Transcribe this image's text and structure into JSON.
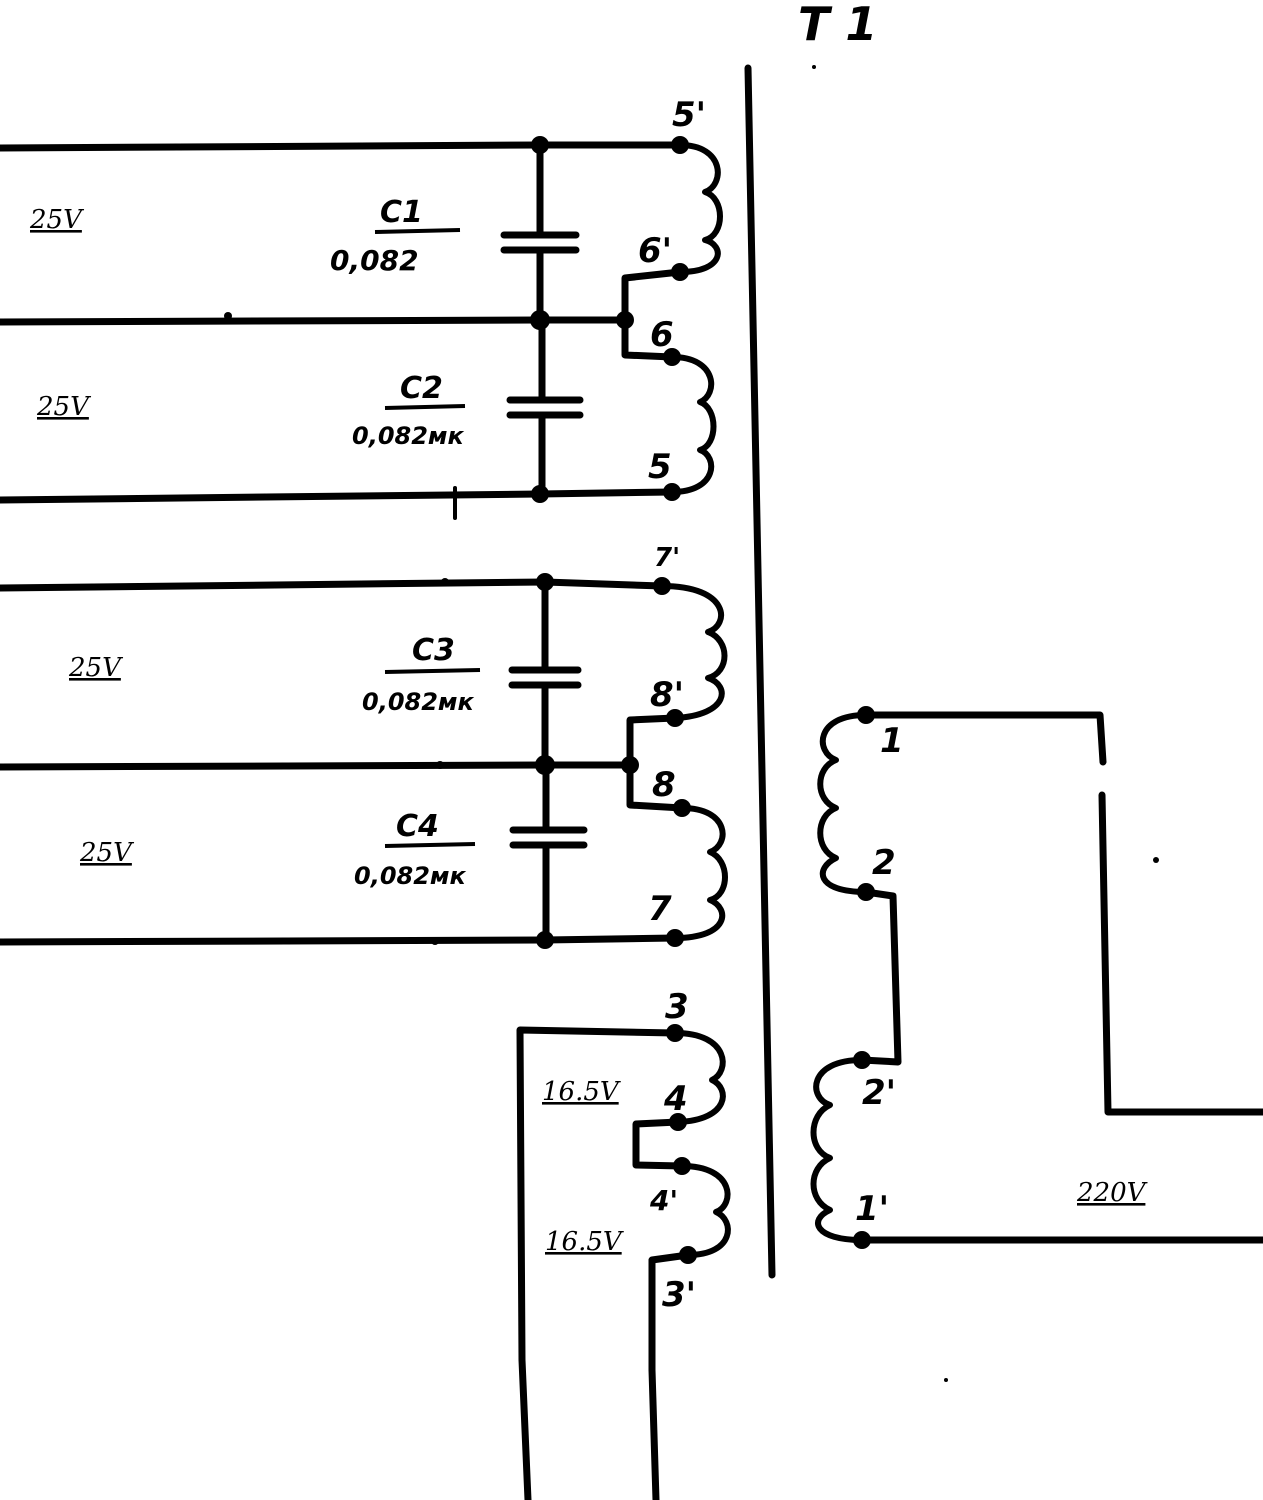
{
  "transformer": {
    "name": "T 1"
  },
  "pins": {
    "p5a": "5'",
    "p6a": "6'",
    "p6": "6",
    "p5": "5",
    "p7a": "7'",
    "p8a": "8'",
    "p8": "8",
    "p7": "7",
    "p3": "3",
    "p4": "4",
    "p4a": "4'",
    "p3a": "3'",
    "p1": "1",
    "p2": "2",
    "p2a": "2'",
    "p1a": "1'"
  },
  "capacitors": [
    {
      "name": "C1",
      "value": "0,082"
    },
    {
      "name": "C2",
      "value": "0,082мк"
    },
    {
      "name": "C3",
      "value": "0,082мк"
    },
    {
      "name": "C4",
      "value": "0,082мк"
    }
  ],
  "voltages": {
    "v1": "25V",
    "v2": "25V",
    "v3": "25V",
    "v4": "25V",
    "v5": "16.5V",
    "v6": "16.5V",
    "mains": "220V"
  }
}
